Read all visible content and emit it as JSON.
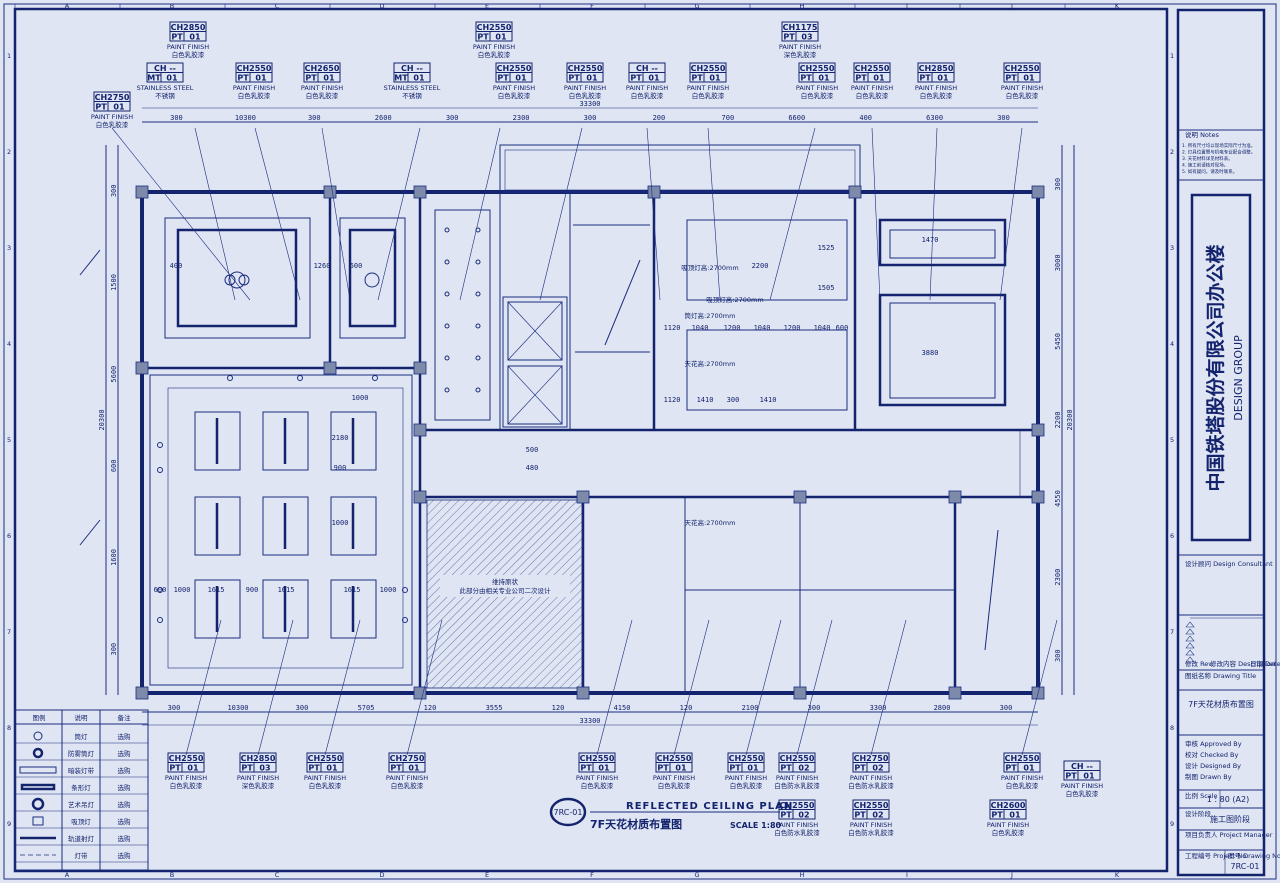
{
  "drawing": {
    "number": "7RC-01",
    "title_en": "REFLECTED CEILING PLAN",
    "title_cn": "7F天花材质布置图",
    "scale": "SCALE 1:80"
  },
  "title_block": {
    "company_name": "中国铁塔股份有限公司办公楼",
    "company_sub": "DESIGN GROUP",
    "notes_title": "说明 Notes",
    "consultant_label": "设计顾问 Design Consultant",
    "revision_label": "修改 Rev.",
    "description_label": "修改内容 Description",
    "date_label": "日期 Date",
    "drawing_title_label": "图纸名称 Drawing Title",
    "drawing_title": "7F天花材质布置图",
    "approved_label": "审核 Approved By",
    "checked_label": "校对 Checked By",
    "designed_label": "设计 Designed By",
    "drawn_label": "制图 Drawn By",
    "scale_label": "比例 Scale",
    "scale_value": "1 : 80 (A2)",
    "phase_label": "设计阶段",
    "phase_value": "施工图阶段",
    "project_manager_label": "项目负责人 Project Manager",
    "project_no_label": "工程编号 Project No.",
    "drawing_no_label": "图号 Drawing No.",
    "drawing_no": "7RC-01"
  },
  "general_notes": [
    "1. 所有尺寸均以现场实际尺寸为准。",
    "2. 灯具位置需与机电专业配合调整。",
    "3. 天花材料详见材料表。",
    "4. 施工前请核对现场。",
    "5. 如有疑问，请及时联系。"
  ],
  "tags": [
    {
      "code": "CH2850",
      "mat": "PT",
      "no": "01",
      "l1": "PAINT FINISH",
      "l2": "白色乳胶漆"
    },
    {
      "code": "CH2550",
      "mat": "PT",
      "no": "01",
      "l1": "PAINT FINISH",
      "l2": "白色乳胶漆"
    },
    {
      "code": "CH2750",
      "mat": "PT",
      "no": "01",
      "l1": "PAINT FINISH",
      "l2": "白色乳胶漆"
    },
    {
      "code": "CH --",
      "mat": "MT",
      "no": "01",
      "l1": "STAINLESS STEEL",
      "l2": "不锈钢"
    },
    {
      "code": "CH2550",
      "mat": "PT",
      "no": "01",
      "l1": "PAINT FINISH",
      "l2": "白色乳胶漆"
    },
    {
      "code": "CH2650",
      "mat": "PT",
      "no": "01",
      "l1": "PAINT FINISH",
      "l2": "白色乳胶漆"
    },
    {
      "code": "CH --",
      "mat": "MT",
      "no": "01",
      "l1": "STAINLESS STEEL",
      "l2": "不锈钢"
    },
    {
      "code": "CH2550",
      "mat": "PT",
      "no": "01",
      "l1": "PAINT FINISH",
      "l2": "白色乳胶漆"
    },
    {
      "code": "CH2550",
      "mat": "PT",
      "no": "01",
      "l1": "PAINT FINISH",
      "l2": "白色乳胶漆"
    },
    {
      "code": "CH --",
      "mat": "PT",
      "no": "01",
      "l1": "PAINT FINISH",
      "l2": "白色乳胶漆"
    },
    {
      "code": "CH2550",
      "mat": "PT",
      "no": "01",
      "l1": "PAINT FINISH",
      "l2": "白色乳胶漆"
    },
    {
      "code": "CH1175",
      "mat": "PT",
      "no": "03",
      "l1": "PAINT FINISH",
      "l2": "深色乳胶漆"
    },
    {
      "code": "CH2550",
      "mat": "PT",
      "no": "01",
      "l1": "PAINT FINISH",
      "l2": "白色乳胶漆"
    },
    {
      "code": "CH2550",
      "mat": "PT",
      "no": "01",
      "l1": "PAINT FINISH",
      "l2": "白色乳胶漆"
    },
    {
      "code": "CH2850",
      "mat": "PT",
      "no": "01",
      "l1": "PAINT FINISH",
      "l2": "白色乳胶漆"
    },
    {
      "code": "CH2550",
      "mat": "PT",
      "no": "01",
      "l1": "PAINT FINISH",
      "l2": "白色乳胶漆"
    },
    {
      "code": "CH2550",
      "mat": "PT",
      "no": "01",
      "l1": "PAINT FINISH",
      "l2": "白色乳胶漆"
    },
    {
      "code": "CH2850",
      "mat": "PT",
      "no": "03",
      "l1": "PAINT FINISH",
      "l2": "深色乳胶漆"
    },
    {
      "code": "CH2550",
      "mat": "PT",
      "no": "01",
      "l1": "PAINT FINISH",
      "l2": "白色乳胶漆"
    },
    {
      "code": "CH2750",
      "mat": "PT",
      "no": "01",
      "l1": "PAINT FINISH",
      "l2": "白色乳胶漆"
    },
    {
      "code": "CH2550",
      "mat": "PT",
      "no": "01",
      "l1": "PAINT FINISH",
      "l2": "白色乳胶漆"
    },
    {
      "code": "CH2550",
      "mat": "PT",
      "no": "01",
      "l1": "PAINT FINISH",
      "l2": "白色乳胶漆"
    },
    {
      "code": "CH2550",
      "mat": "PT",
      "no": "01",
      "l1": "PAINT FINISH",
      "l2": "白色乳胶漆"
    },
    {
      "code": "CH2550",
      "mat": "PT",
      "no": "02",
      "l1": "PAINT FINISH",
      "l2": "白色防水乳胶漆"
    },
    {
      "code": "CH2750",
      "mat": "PT",
      "no": "02",
      "l1": "PAINT FINISH",
      "l2": "白色防水乳胶漆"
    },
    {
      "code": "CH2550",
      "mat": "PT",
      "no": "02",
      "l1": "PAINT FINISH",
      "l2": "白色防水乳胶漆"
    },
    {
      "code": "CH2550",
      "mat": "PT",
      "no": "02",
      "l1": "PAINT FINISH",
      "l2": "白色防水乳胶漆"
    },
    {
      "code": "CH2550",
      "mat": "PT",
      "no": "01",
      "l1": "PAINT FINISH",
      "l2": "白色乳胶漆"
    },
    {
      "code": "CH2600",
      "mat": "PT",
      "no": "01",
      "l1": "PAINT FINISH",
      "l2": "白色乳胶漆"
    },
    {
      "code": "CH --",
      "mat": "PT",
      "no": "01",
      "l1": "PAINT FINISH",
      "l2": "白色乳胶漆"
    }
  ],
  "dimensions": {
    "top": [
      "300",
      "10300",
      "300",
      "2600",
      "300",
      "2300",
      "300",
      "200",
      "700",
      "6600",
      "400",
      "6300",
      "300"
    ],
    "top_total": "33300",
    "bottom": [
      "300",
      "10300",
      "300",
      "5705",
      "120",
      "3555",
      "120",
      "4150",
      "120",
      "2100",
      "300",
      "3300",
      "2800",
      "300"
    ],
    "bottom_total": "33300",
    "left": [
      "300",
      "1500",
      "5600",
      "600",
      "1600",
      "300"
    ],
    "left_total": "20300",
    "right": [
      "300",
      "3000",
      "5450",
      "2200",
      "4550",
      "2300",
      "300"
    ],
    "right_total": "20300",
    "interior": [
      "1260",
      "600",
      "400",
      "1000",
      "2180",
      "1000",
      "900",
      "1615",
      "1615",
      "1615",
      "900",
      "1000",
      "600",
      "1000",
      "1120",
      "1040",
      "1200",
      "1040",
      "1200",
      "1040",
      "600",
      "1120",
      "1410",
      "300",
      "1410",
      "1470",
      "3880",
      "2200",
      "1525",
      "1505",
      "500",
      "480"
    ]
  },
  "room_notes": {
    "unchanged_area": "维持原状",
    "unchanged_area_2": "此部分由相关专业公司二次设计",
    "ceiling_height_1": "吸顶灯高:2700mm",
    "ceiling_height_2": "吸顶灯高:2700mm",
    "ceiling_height_3": "筒灯高:2700mm",
    "ceiling_height_4": "天花高:2700mm",
    "ceiling_height_5": "天花高:2700mm"
  },
  "legend": {
    "headers": [
      "图例",
      "说明",
      "备注"
    ],
    "rows": [
      {
        "name": "筒灯",
        "note": "选购"
      },
      {
        "name": "防雾筒灯",
        "note": "选购"
      },
      {
        "name": "暗装灯带",
        "note": "选购"
      },
      {
        "name": "条形灯",
        "note": "选购"
      },
      {
        "name": "艺术吊灯",
        "note": "选购"
      },
      {
        "name": "吸顶灯",
        "note": "选购"
      },
      {
        "name": "轨道射灯",
        "note": "选购"
      },
      {
        "name": "灯带",
        "note": "选购"
      }
    ]
  }
}
